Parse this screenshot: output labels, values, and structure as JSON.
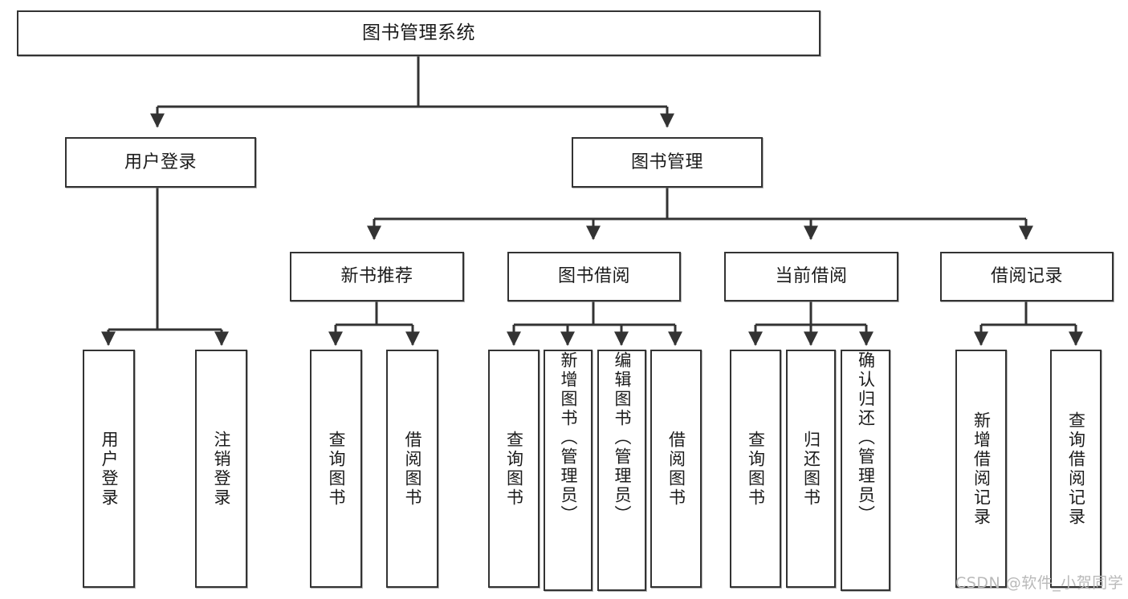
{
  "diagram": {
    "type": "tree",
    "title": "图书管理系统",
    "colors": {
      "node_border": "#333333",
      "node_fill": "#ffffff",
      "edge": "#333333",
      "text": "#1b1b1b",
      "watermark": "#b9b9b9"
    },
    "nodes": {
      "root": {
        "label": "图书管理系统"
      },
      "level2": [
        {
          "id": "user-login",
          "label": "用户登录"
        },
        {
          "id": "book-manage",
          "label": "图书管理"
        }
      ],
      "level3": [
        {
          "id": "new-book-recommend",
          "label": "新书推荐"
        },
        {
          "id": "book-borrow",
          "label": "图书借阅"
        },
        {
          "id": "current-borrow",
          "label": "当前借阅"
        },
        {
          "id": "borrow-record",
          "label": "借阅记录"
        }
      ],
      "leaves": {
        "user_login": [
          {
            "id": "leaf-user-login",
            "label": "用户登录"
          },
          {
            "id": "leaf-logout-login",
            "label": "注销登录"
          }
        ],
        "new_book_recommend": [
          {
            "id": "leaf-query-book-1",
            "label": "查询图书"
          },
          {
            "id": "leaf-borrow-book-1",
            "label": "借阅图书"
          }
        ],
        "book_borrow": [
          {
            "id": "leaf-query-book-2",
            "label": "查询图书"
          },
          {
            "id": "leaf-add-book-admin",
            "label": "新增图书（管理员）"
          },
          {
            "id": "leaf-edit-book-admin",
            "label": "编辑图书（管理员）"
          },
          {
            "id": "leaf-borrow-book-2",
            "label": "借阅图书"
          }
        ],
        "current_borrow": [
          {
            "id": "leaf-query-book-3",
            "label": "查询图书"
          },
          {
            "id": "leaf-return-book",
            "label": "归还图书"
          },
          {
            "id": "leaf-confirm-return-admin",
            "label": "确认归还（管理员）"
          }
        ],
        "borrow_record": [
          {
            "id": "leaf-add-borrow-record",
            "label": "新增借阅记录"
          },
          {
            "id": "leaf-query-borrow-record",
            "label": "查询借阅记录"
          }
        ]
      }
    },
    "watermark": "CSDN @软件_小贺同学"
  }
}
